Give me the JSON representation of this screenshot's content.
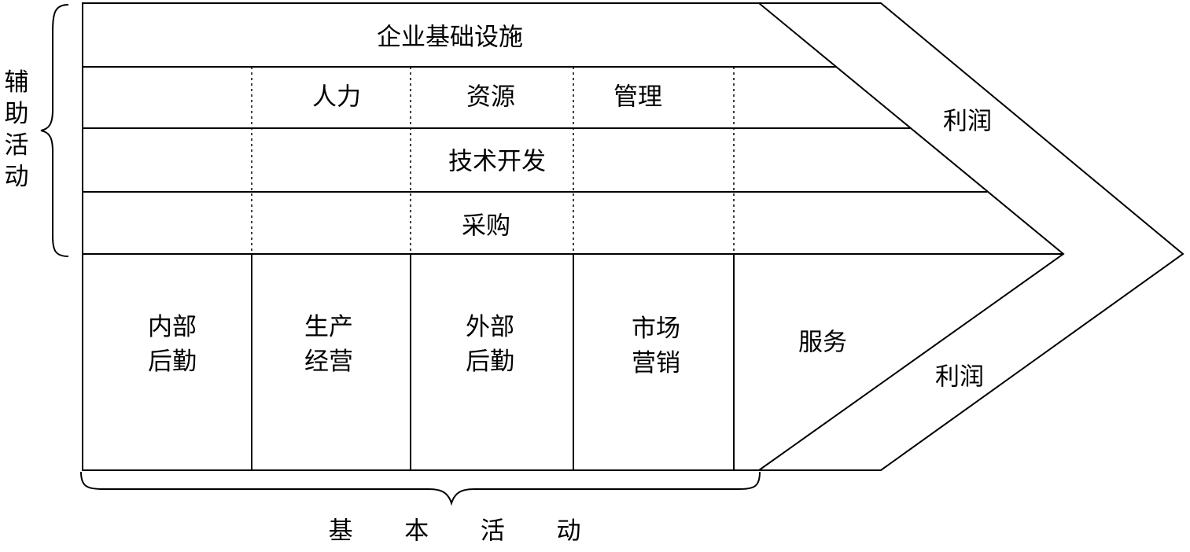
{
  "support_activities": {
    "group_label": "辅助活动",
    "firm_infrastructure": "企业基础设施",
    "hr_management": [
      "人力",
      "资源",
      "管理"
    ],
    "technology_development": "技术开发",
    "procurement": "采购"
  },
  "primary_activities": {
    "group_label": "基 本 活 动",
    "items": [
      {
        "line1": "内部",
        "line2": "后勤"
      },
      {
        "line1": "生产",
        "line2": "经营"
      },
      {
        "line1": "外部",
        "line2": "后勤"
      },
      {
        "line1": "市场",
        "line2": "营销"
      },
      {
        "line1": "服务",
        "line2": ""
      }
    ]
  },
  "margin_labels": {
    "upper": "利润",
    "lower": "利润"
  },
  "colors": {
    "line": "#000000",
    "background": "#ffffff"
  }
}
